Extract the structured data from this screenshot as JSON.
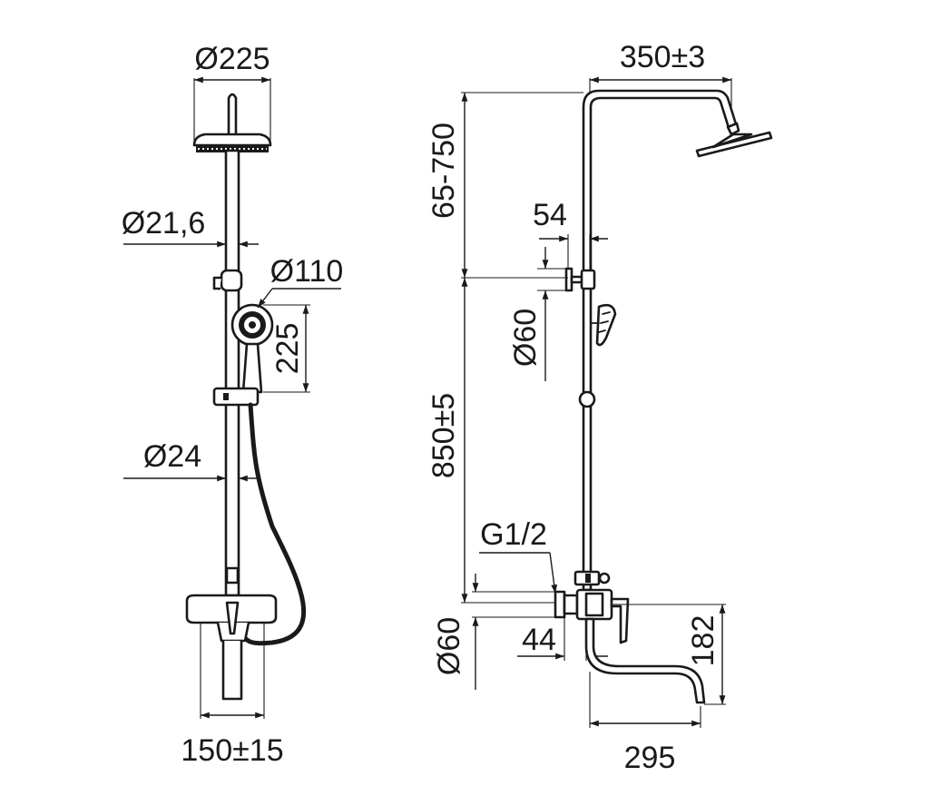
{
  "front_view": {
    "head_diameter": "Ø225",
    "pipe_upper_diameter": "Ø21,6",
    "hand_shower_diameter": "Ø110",
    "hand_shower_length": "225",
    "pipe_lower_diameter": "Ø24",
    "inlet_spacing": "150±15"
  },
  "side_view": {
    "arm_reach": "350±3",
    "head_height_range": "65-750",
    "wall_bracket_offset": "54",
    "wall_bracket_diameter": "Ø60",
    "rail_height": "850±5",
    "thread": "G1/2",
    "escutcheon_diameter": "Ø60",
    "escutcheon_offset": "44",
    "spout_drop": "182",
    "spout_reach": "295"
  }
}
